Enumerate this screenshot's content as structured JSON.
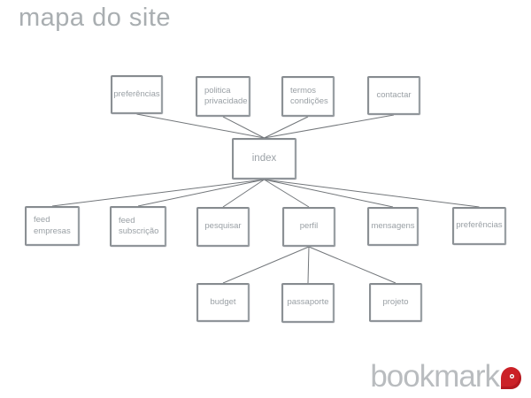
{
  "page": {
    "title": "mapa do site"
  },
  "diagram": {
    "nodes": [
      {
        "id": "preferencias-top",
        "label": "preferências"
      },
      {
        "id": "politica-privacidade",
        "label": "politica privacidade"
      },
      {
        "id": "termos-condicoes",
        "label": "termos condições"
      },
      {
        "id": "contactar",
        "label": "contactar"
      },
      {
        "id": "index",
        "label": "index"
      },
      {
        "id": "feed-empresas",
        "label": "feed empresas"
      },
      {
        "id": "feed-subscricao",
        "label": "feed subscrição"
      },
      {
        "id": "pesquisar",
        "label": "pesquisar"
      },
      {
        "id": "perfil",
        "label": "perfil"
      },
      {
        "id": "mensagens",
        "label": "mensagens"
      },
      {
        "id": "preferencias",
        "label": "preferências"
      },
      {
        "id": "budget",
        "label": "budget"
      },
      {
        "id": "passaporte",
        "label": "passaporte"
      },
      {
        "id": "projeto",
        "label": "projeto"
      }
    ],
    "edges": [
      {
        "from": "preferencias-top",
        "to": "index"
      },
      {
        "from": "politica-privacidade",
        "to": "index"
      },
      {
        "from": "termos-condicoes",
        "to": "index"
      },
      {
        "from": "contactar",
        "to": "index"
      },
      {
        "from": "index",
        "to": "feed-empresas"
      },
      {
        "from": "index",
        "to": "feed-subscricao"
      },
      {
        "from": "index",
        "to": "pesquisar"
      },
      {
        "from": "index",
        "to": "perfil"
      },
      {
        "from": "index",
        "to": "mensagens"
      },
      {
        "from": "index",
        "to": "preferencias"
      },
      {
        "from": "perfil",
        "to": "budget"
      },
      {
        "from": "perfil",
        "to": "passaporte"
      },
      {
        "from": "perfil",
        "to": "projeto"
      }
    ]
  },
  "logo": {
    "text": "bookmark",
    "icon": "bookmark-pin-icon"
  },
  "colors": {
    "accent_red": "#cb2127",
    "box_border": "#90959a",
    "box_text": "#9aa0a5",
    "connector_line": "#72767a",
    "title_text": "#a9aeb1",
    "logo_text": "#b9bcbf",
    "background": "#ffffff"
  }
}
